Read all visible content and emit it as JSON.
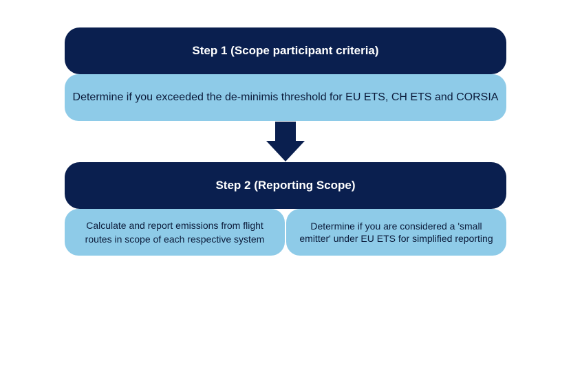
{
  "step1": {
    "title": "Step 1 (Scope participant criteria)",
    "detail": "Determine if you exceeded the de-minimis threshold for EU ETS, CH ETS and CORSIA"
  },
  "step2": {
    "title": "Step 2 (Reporting Scope)",
    "left_detail": "Calculate and report emissions from flight routes in scope of each respective system",
    "right_detail": "Determine if you are considered a 'small emitter' under EU ETS for simplified reporting"
  },
  "colors": {
    "header": "#0a1f4f",
    "detail": "#8ecbe8",
    "arrow": "#0a1f4f"
  },
  "icons": {
    "connector": "down-arrow-icon"
  }
}
